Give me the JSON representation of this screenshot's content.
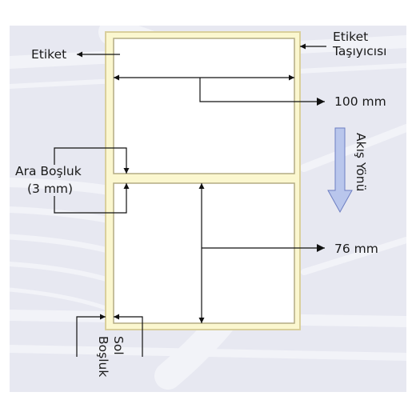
{
  "labels": {
    "label": "Etiket",
    "carrier_line1": "Etiket",
    "carrier_line2": "Taşıyıcısı",
    "width": "100 mm",
    "height": "76 mm",
    "gap_line1": "Ara Boşluk",
    "gap_line2": "(3 mm)",
    "flow_direction": "Akış Yönü",
    "left_margin_line1": "Sol",
    "left_margin_line2": "Boşluk"
  },
  "colors": {
    "carrier_fill": "#fbf7cf",
    "carrier_stroke": "#d9cf9c",
    "label_stroke": "#b3ab84",
    "background": "#e7e8f1",
    "watermark": "#f2f3f8",
    "arrow_fill": "#b9c6ec",
    "arrow_stroke": "#6d7ec2",
    "line": "#111111"
  },
  "icons": {
    "flow": "down-arrow-icon",
    "watermark": "logo-watermark-icon"
  }
}
